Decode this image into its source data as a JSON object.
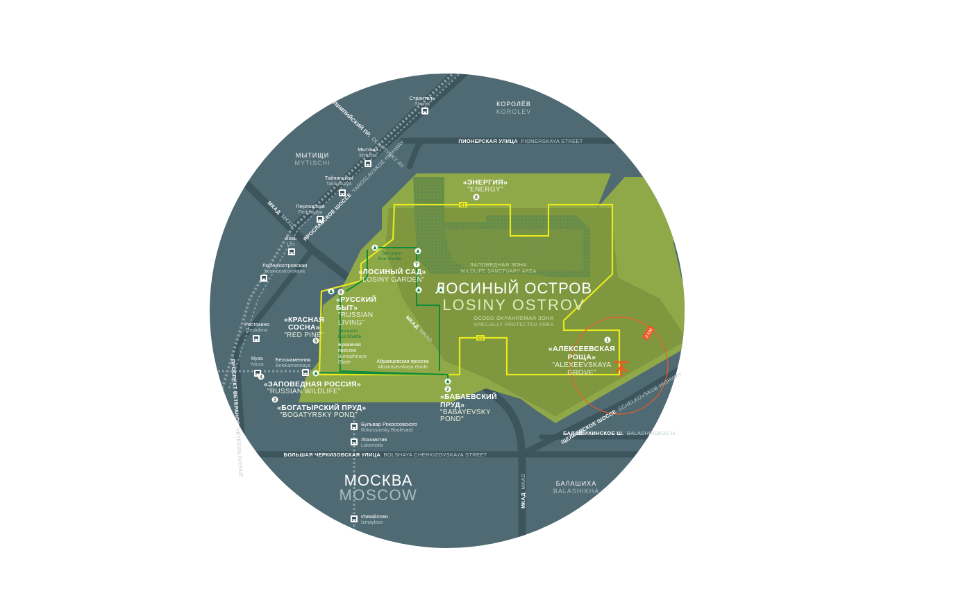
{
  "colors": {
    "background": "#ffffff",
    "city": "#4f6a73",
    "road": "#3c545c",
    "park": "#8fa848",
    "reserve": "#7d9540",
    "trail_yellow": "#e8ea1e",
    "trail_green": "#0f8a3c",
    "accent_orange": "#ee5a24"
  },
  "cities": {
    "korolev_ru": "КОРОЛЁВ",
    "korolev_en": "KOROLEV",
    "mytishchi_ru": "МЫТИЩИ",
    "mytishchi_en": "MYTISCHI",
    "moscow_ru": "МОСКВА",
    "moscow_en": "MOSCOW",
    "balashikha_ru": "БАЛАШИХА",
    "balashikha_en": "BALASHIKHA"
  },
  "park": {
    "name_ru": "ЛОСИНЫЙ ОСТРОВ",
    "name_en": "LOSINY OSTROV",
    "zone_ru": "ОСОБО ОХРАНЯЕМАЯ ЗОНА",
    "zone_en": "SPECIALLY PROTECTED AREA",
    "sanctuary_ru": "ЗАПОВЕДНАЯ ЗОНА",
    "sanctuary_en": "WILDLIFE SANCTUARY AREA"
  },
  "roads": {
    "pionerskaya_ru": "ПИОНЕРСКАЯ УЛИЦА",
    "pionerskaya_en": "PIONERSKAYA STREET",
    "olimpiysky_ru": "ОЛИМПИЙСКИЙ ПР.",
    "olimpiysky_en": "OLIMPIYSKY AV.",
    "yaroslavskoe_ru": "ЯРОСЛАВСКОЕ ШОССЕ",
    "yaroslavskoe_en": "YAROSLAVSKOE HIGHWAY",
    "mkad_ru": "МКАД",
    "mkad_en": "MKAD",
    "veteranov_ru": "ПРОСПЕКТ ВЕТЕРАНОВ",
    "veteranov_en": "VETERAN AVENUE",
    "cherkizovskaya_ru": "БОЛЬШАЯ ЧЕРКИЗОВСКАЯ УЛИЦА",
    "cherkizovskaya_en": "BOLSHAYA CHERKIZOVSKAYA STREET",
    "schelkovskoe_ru": "ЩЕЛКОВСКОЕ ШОССЕ",
    "schelkovskoe_en": "SCHELKOVSKOE HIGHWAY",
    "balashikhinskoe_ru": "БАЛАШИХИНСКОЕ Ш.",
    "balashikhinskoe_en": "BALASHINSKOE H."
  },
  "stations": [
    {
      "ru": "Строитель",
      "en": "Stroitel"
    },
    {
      "ru": "Мытищи",
      "en": "Mytischi"
    },
    {
      "ru": "Тайнинская",
      "en": "Taininskaya"
    },
    {
      "ru": "Перловская",
      "en": "Perlovkaya"
    },
    {
      "ru": "Лось",
      "en": "Los"
    },
    {
      "ru": "Лосиноостровская",
      "en": "Losinoostrovskaya"
    },
    {
      "ru": "Ростокино",
      "en": "Rostokino"
    },
    {
      "ru": "Белокаменная",
      "en": "Belokamennaya"
    },
    {
      "ru": "Яуза",
      "en": "Yauza"
    },
    {
      "ru": "Бульвар Рокоссовского",
      "en": "Rokossovsky Boulevard"
    },
    {
      "ru": "Локомотив",
      "en": "Lokomotiv"
    },
    {
      "ru": "Измайлово",
      "en": "Izmaylovo"
    }
  ],
  "places": [
    {
      "num": "1",
      "ru1": "«АЛЕКСЕЕВСКАЯ",
      "ru2": "РОЩА»",
      "en1": "\"ALEXEEVSKAYA",
      "en2": "GROVE\""
    },
    {
      "num": "2",
      "ru1": "«БАБАЕВСКИЙ",
      "ru2": "ПРУД»",
      "en1": "\"BABAYEVSKY",
      "en2": "POND\""
    },
    {
      "num": "3",
      "ru1": "«БОГАТЫРСКИЙ ПРУД»",
      "en1": "\"BOGATYRSKY POND\""
    },
    {
      "num": "4",
      "ru1": "«ЗАПОВЕДНАЯ РОССИЯ»",
      "en1": "\"RUSSIAN WILDLIFE\""
    },
    {
      "num": "5",
      "ru1": "«КРАСНАЯ",
      "ru2": "СОСНА»",
      "en1": "\"RED PINE\""
    },
    {
      "num": "6",
      "ru1": "«РУССКИЙ",
      "ru2": "БЫТ»",
      "en1": "\"RUSSIAN",
      "en2": "LIVING\""
    },
    {
      "num": "7",
      "ru1": "«ЛОСИНЫЙ САД»",
      "en1": "\"LOSINY GARDEN\""
    },
    {
      "num": "8",
      "ru1": "«ЭНЕРГИЯ»",
      "en1": "\"ENERGY\""
    }
  ],
  "trails": {
    "shuttle_ru": "Эко шатл",
    "shuttle_en": "Eco Shuttle",
    "bumazhnaya_ru1": "Бумажная",
    "bumazhnaya_ru2": "просека",
    "bumazhnaya_en1": "Bumazhnaya",
    "bumazhnaya_en2": "Glade",
    "abramtsevskaya_ru": "Абрамцевская просека",
    "abramtsevskaya_en": "Abramtsevskaya Glade",
    "route_label": "C1"
  },
  "distance_label": "3 KM",
  "icons": {
    "station": "train-station-icon",
    "shuttle": "shuttle-stop-icon",
    "location": "location-marker-icon"
  }
}
